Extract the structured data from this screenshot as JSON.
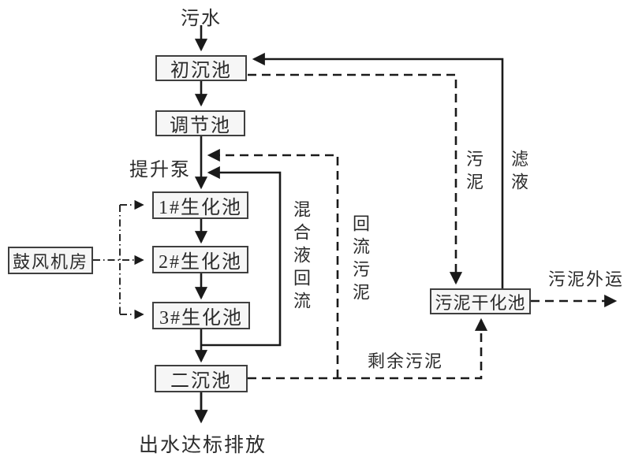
{
  "diagram": {
    "kind": "wastewater-treatment-process-flow",
    "nodes": {
      "influent_label": "污水",
      "primary_tank": "初沉池",
      "regulating_tank": "调节池",
      "lift_pump_label": "提升泵",
      "bio_tank_1": "1#生化池",
      "bio_tank_2": "2#生化池",
      "bio_tank_3": "3#生化池",
      "blower_room": "鼓风机房",
      "secondary_tank": "二沉池",
      "effluent_label": "出水达标排放",
      "sludge_drying_tank": "污泥干化池",
      "sludge_out_label": "污泥外运"
    },
    "edges": {
      "mixed_liquor_return": "混合液回流",
      "return_sludge": "回流污泥",
      "excess_sludge": "剩余污泥",
      "sludge": "污泥",
      "filtrate": "滤液"
    },
    "colors": {
      "background": "#ffffff",
      "line": "#1a1a1a",
      "dashdot_line": "#2a2a2a",
      "box_fill": "#f6f6f6",
      "box_border": "#3f3f3f",
      "text": "#2b2b2b"
    }
  }
}
